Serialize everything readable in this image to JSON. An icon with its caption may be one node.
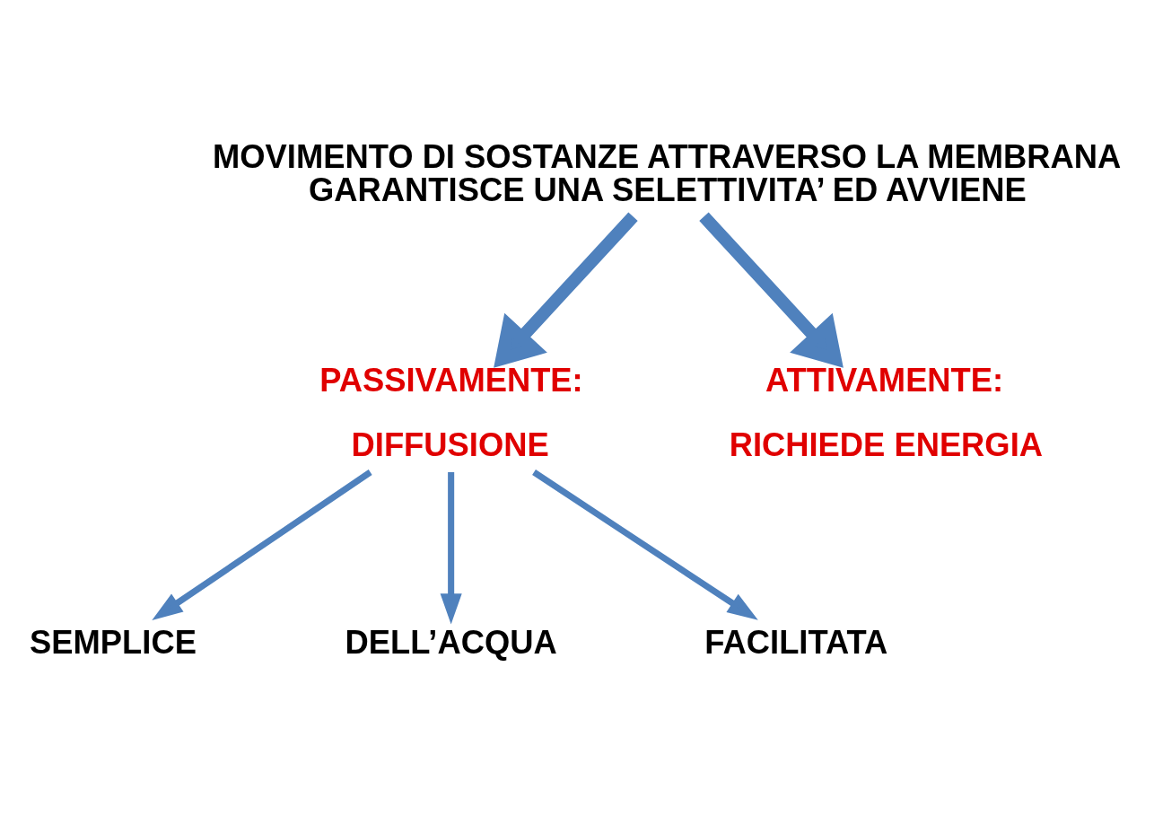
{
  "diagram": {
    "nodes": [
      {
        "text": [
          "MOVIMENTO DI SOSTANZE ATTRAVERSO LA MEMBRANA GARANTISCE UNA SELETTIVITA’ ED AVVIENE"
        ]
      },
      {
        "text": [
          "PASSIVAMENTE:",
          "DIFFUSIONE"
        ]
      },
      {
        "text": [
          "ATTIVAMENTE:",
          "RICHIEDE ENERGIA"
        ]
      },
      {
        "text": [
          "SEMPLICE"
        ]
      },
      {
        "text": [
          "DELL’ACQUA"
        ]
      },
      {
        "text": [
          "FACILITATA"
        ]
      }
    ],
    "edges": [
      {
        "from": 0,
        "to": 1,
        "arrow": "to",
        "style": "thick"
      },
      {
        "from": 0,
        "to": 2,
        "arrow": "to",
        "style": "thick"
      },
      {
        "from": 1,
        "to": 3,
        "arrow": "to"
      },
      {
        "from": 1,
        "to": 4,
        "arrow": "to"
      },
      {
        "from": 1,
        "to": 5,
        "arrow": "to"
      }
    ]
  }
}
